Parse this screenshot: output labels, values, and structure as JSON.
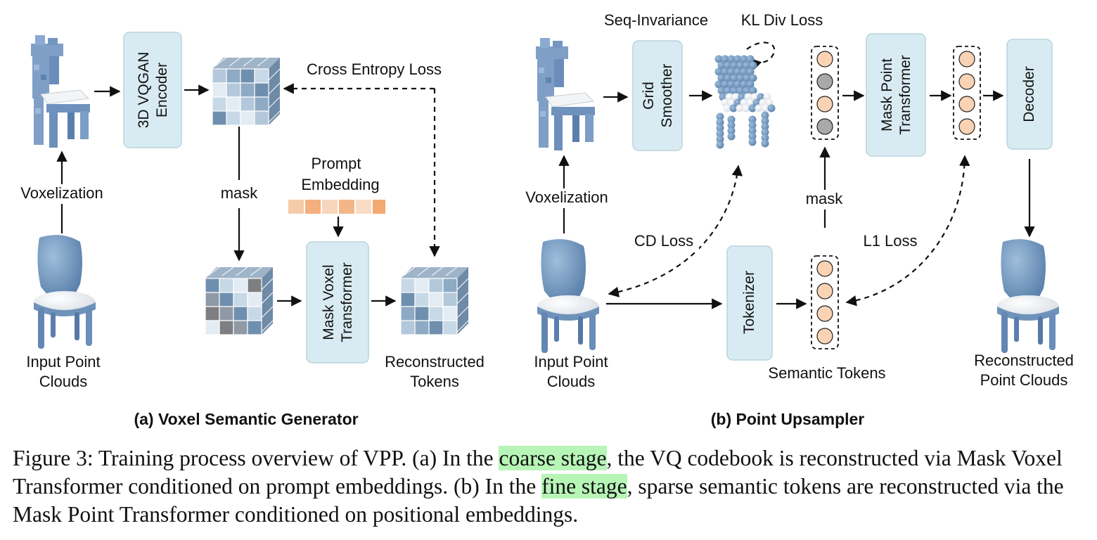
{
  "panel_a": {
    "encoder_line1": "3D VQGAN",
    "encoder_line2": "Encoder",
    "voxelization": "Voxelization",
    "input_line1": "Input Point",
    "input_line2": "Clouds",
    "cross_entropy": "Cross Entropy Loss",
    "mask": "mask",
    "prompt_line1": "Prompt",
    "prompt_line2": "Embedding",
    "mvt_line1": "Mask Voxel",
    "mvt_line2": "Transformer",
    "recon_line1": "Reconstructed",
    "recon_line2": "Tokens",
    "subtitle": "(a) Voxel Semantic Generator"
  },
  "panel_b": {
    "seq_invariance": "Seq-Invariance",
    "kl_loss": "KL Div Loss",
    "smoother_line1": "Grid",
    "smoother_line2": "Smoother",
    "mpt_line1": "Mask Point",
    "mpt_line2": "Transformer",
    "decoder": "Decoder",
    "voxelization": "Voxelization",
    "mask": "mask",
    "cd_loss": "CD Loss",
    "l1_loss": "L1 Loss",
    "tokenizer": "Tokenizer",
    "input_line1": "Input Point",
    "input_line2": "Clouds",
    "semantic_tokens": "Semantic Tokens",
    "recon_line1": "Reconstructed",
    "recon_line2": "Point Clouds",
    "subtitle": "(b) Point Upsampler"
  },
  "caption": {
    "part1": "Figure 3: Training process overview of VPP. (a) In the ",
    "highlight1": "coarse stage",
    "part2": ", the VQ codebook is reconstructed via Mask Voxel Transformer conditioned on prompt embeddings.  (b) In the ",
    "highlight2": "fine stage",
    "part3": ", sparse semantic tokens are reconstructed via the Mask Point Transformer conditioned on positional embeddings."
  },
  "colors": {
    "block": "#d9ebf2",
    "token_orange": "#f9d3b4",
    "token_gray": "#a9a9a9",
    "highlight": "#b7f5b7"
  }
}
